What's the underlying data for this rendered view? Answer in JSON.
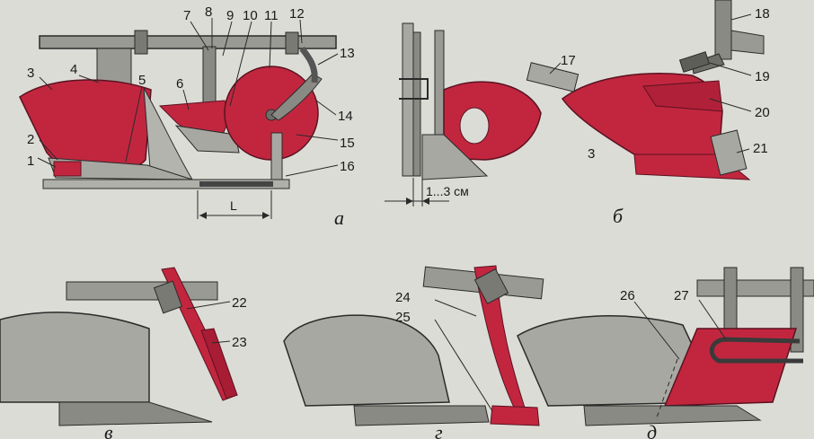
{
  "colors": {
    "background": "#dcdcd6",
    "red_part": "#c2263f",
    "red_dark": "#8e1a2c",
    "grey_body": "#a8a8a2",
    "grey_dark": "#6e6e68",
    "beam": "#9a9a94",
    "line": "#2a2a2a"
  },
  "panels": {
    "a": "а",
    "b": "б",
    "v": "в",
    "g": "г",
    "d": "д"
  },
  "numbers": {
    "n1": "1",
    "n2": "2",
    "n3": "3",
    "n4": "4",
    "n5": "5",
    "n6": "6",
    "n7": "7",
    "n8": "8",
    "n9": "9",
    "n10": "10",
    "n11": "11",
    "n12": "12",
    "n13": "13",
    "n14": "14",
    "n15": "15",
    "n16": "16",
    "n17": "17",
    "n18": "18",
    "n19": "19",
    "n20": "20",
    "n21": "21",
    "n22": "22",
    "n23": "23",
    "n24": "24",
    "n25": "25",
    "n26": "26",
    "n27": "27",
    "n3b": "3"
  },
  "dimensions": {
    "length": "L",
    "gap": "1...3 см"
  }
}
